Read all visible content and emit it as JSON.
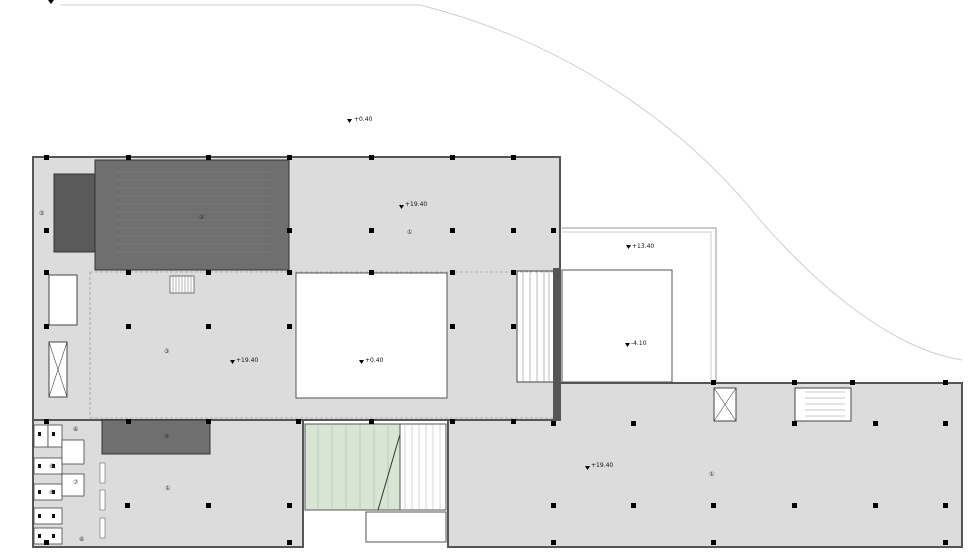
{
  "levels": {
    "site": "+0.40",
    "upper_north": "+19.40",
    "terrace": "+13.40",
    "void": "-4.10",
    "middle_west": "+19.40",
    "atrium": "+0.40",
    "lower_east": "+19.40"
  },
  "room_numbers": {
    "n1": "①",
    "auditorium": "②",
    "core_left": "⑤",
    "mid_hall": "③",
    "stage_box": "④",
    "sw_hall": "①",
    "se_hall": "①",
    "wc_a": "⑥",
    "wc_b": "⑥",
    "wc_c": "⑥",
    "wc_d": "⑦",
    "wc_e": "⑥"
  },
  "colors": {
    "floor": "#dcdcdc",
    "wall": "#555555",
    "column": "#000000",
    "dark_block": "#6f6f6f",
    "darker_block": "#5a5a5a",
    "green_stair": "#d9e5d3",
    "void": "#ffffff"
  },
  "icons": [
    "level-marker-icon"
  ]
}
